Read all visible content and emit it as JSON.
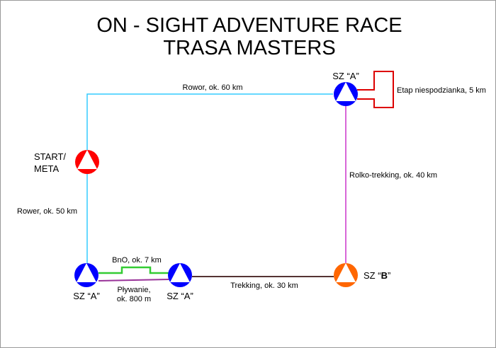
{
  "title": {
    "line1": "ON - SIGHT ADVENTURE RACE",
    "line2": "TRASA MASTERS"
  },
  "checkpoints": {
    "start": {
      "label1": "START/",
      "label2": "META",
      "color": "#ff0000"
    },
    "top_right": {
      "label": "SZ “A”",
      "color": "#0000ff"
    },
    "bottom_left": {
      "label": "SZ “A”",
      "color": "#0000ff"
    },
    "bottom_mid": {
      "label": "SZ “A”",
      "color": "#0000ff"
    },
    "bottom_right": {
      "label_prefix": "SZ “",
      "label_bold": "B",
      "label_suffix": "”",
      "color": "#ff6600"
    }
  },
  "legs": {
    "bike_top": {
      "label": "Rowor, ok. 60 km",
      "color": "#33ccff"
    },
    "bike_left": {
      "label": "Rower, ok. 50 km",
      "color": "#33ccff"
    },
    "surprise": {
      "label": "Etap niespodzianka, 5 km",
      "color": "#dd0000"
    },
    "inline": {
      "label": "Rolko-trekking, ok. 40 km",
      "color": "#cc33cc"
    },
    "trek": {
      "label": "Trekking, ok. 30 km",
      "color": "#553333"
    },
    "orienteering": {
      "label": "BnO, ok. 7 km",
      "color": "#33cc33"
    },
    "swim": {
      "label1": "Pływanie,",
      "label2": "ok. 800 m",
      "color": "#993399"
    }
  }
}
